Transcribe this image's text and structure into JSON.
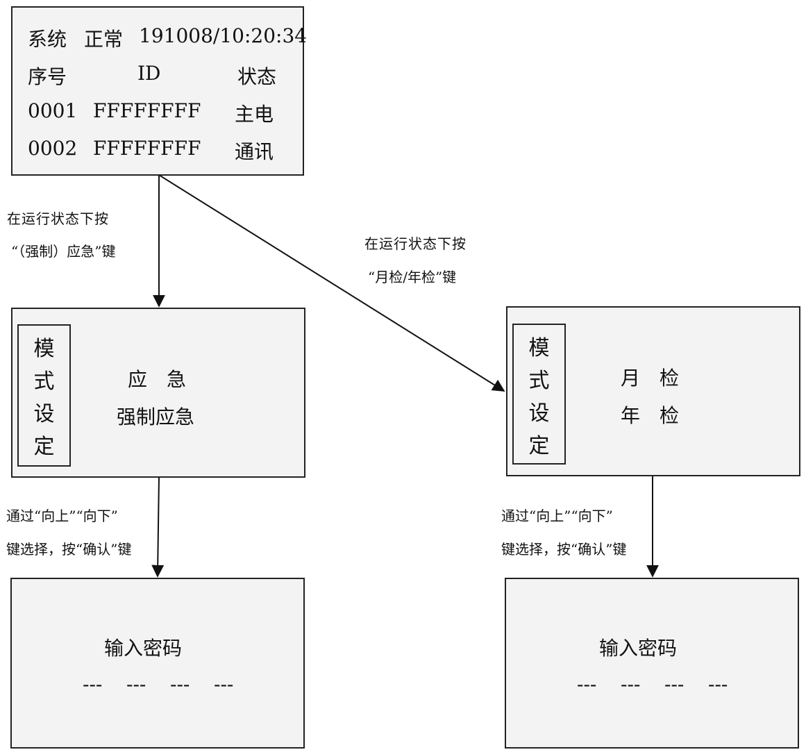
{
  "status_screen": {
    "row1": {
      "system": "系统",
      "state": "正常",
      "datetime": "191008/10:20:34"
    },
    "header": {
      "seq": "序号",
      "id": "ID",
      "status": "状态"
    },
    "rows": [
      {
        "seq": "0001",
        "id": "FFFFFFFF",
        "status": "主电"
      },
      {
        "seq": "0002",
        "id": "FFFFFFFF",
        "status": "通讯"
      }
    ]
  },
  "arrow_left": {
    "line1": "在运行状态下按",
    "line2": "“（强制）应急”键"
  },
  "arrow_right": {
    "line1": "在运行状态下按",
    "line2": "“月检/年检”键"
  },
  "emergency_screen": {
    "mode_label": [
      "模",
      "式",
      "设",
      "定"
    ],
    "option1": "应　急",
    "option2": "强制应急"
  },
  "inspection_screen": {
    "mode_label": [
      "模",
      "式",
      "设",
      "定"
    ],
    "option1": "月　检",
    "option2": "年　检"
  },
  "select_hint": {
    "line1": "通过“向上”“向下”",
    "line2": "键选择，按“确认”键"
  },
  "password_screen_left": {
    "title": "输入密码",
    "digits": [
      "---",
      "---",
      "---",
      "---"
    ]
  },
  "password_screen_right": {
    "title": "输入密码",
    "digits": [
      "---",
      "---",
      "---",
      "---"
    ]
  }
}
